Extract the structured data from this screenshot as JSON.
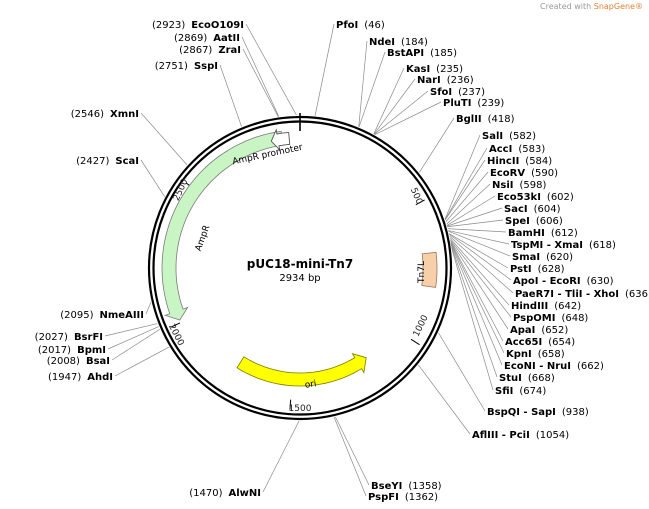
{
  "watermark": {
    "prefix": "Created with ",
    "brand": "SnapGene®"
  },
  "plasmid": {
    "name": "pUC18-mini-Tn7",
    "size_label": "2934 bp",
    "length": 2934
  },
  "ticks": [
    {
      "pos": 500,
      "label": "500"
    },
    {
      "pos": 1000,
      "label": "1000"
    },
    {
      "pos": 1500,
      "label": "1500"
    },
    {
      "pos": 2000,
      "label": "2000"
    },
    {
      "pos": 2500,
      "label": "2500"
    }
  ],
  "features": [
    {
      "id": "amp-r",
      "label": "AmpR",
      "type": "cds",
      "color": "#c9f5c4"
    },
    {
      "id": "amp-r-promoter",
      "label": "AmpR promoter",
      "type": "promoter",
      "color": "#ffffff"
    },
    {
      "id": "ori",
      "label": "ori",
      "type": "rep_origin",
      "color": "#ffff00"
    },
    {
      "id": "tn7l",
      "label": "Tn7L",
      "type": "repeat",
      "color": "#f7cfa8"
    }
  ],
  "sites_right": [
    {
      "name": "PfoI",
      "pos": "(46)"
    },
    {
      "name": "NdeI",
      "pos": "(184)"
    },
    {
      "name": "BstAPI",
      "pos": "(185)"
    },
    {
      "name": "KasI",
      "pos": "(235)"
    },
    {
      "name": "NarI",
      "pos": "(236)"
    },
    {
      "name": "SfoI",
      "pos": "(237)"
    },
    {
      "name": "PluTI",
      "pos": "(239)"
    },
    {
      "name": "BglII",
      "pos": "(418)"
    },
    {
      "name": "SalI",
      "pos": "(582)"
    },
    {
      "name": "AccI",
      "pos": "(583)"
    },
    {
      "name": "HincII",
      "pos": "(584)"
    },
    {
      "name": "EcoRV",
      "pos": "(590)"
    },
    {
      "name": "NsiI",
      "pos": "(598)"
    },
    {
      "name": "Eco53kI",
      "pos": "(602)"
    },
    {
      "name": "SacI",
      "pos": "(604)"
    },
    {
      "name": "SpeI",
      "pos": "(606)"
    },
    {
      "name": "BamHI",
      "pos": "(612)"
    },
    {
      "name": "TspMI - XmaI",
      "pos": "(618)"
    },
    {
      "name": "SmaI",
      "pos": "(620)"
    },
    {
      "name": "PstI",
      "pos": "(628)"
    },
    {
      "name": "ApoI - EcoRI",
      "pos": "(630)"
    },
    {
      "name": "PaeR7I - TliI - XhoI",
      "pos": "(636)"
    },
    {
      "name": "HindIII",
      "pos": "(642)"
    },
    {
      "name": "PspOMI",
      "pos": "(648)"
    },
    {
      "name": "ApaI",
      "pos": "(652)"
    },
    {
      "name": "Acc65I",
      "pos": "(654)"
    },
    {
      "name": "KpnI",
      "pos": "(658)"
    },
    {
      "name": "EcoNI - NruI",
      "pos": "(662)"
    },
    {
      "name": "StuI",
      "pos": "(668)"
    },
    {
      "name": "SfiI",
      "pos": "(674)"
    },
    {
      "name": "BspQI - SapI",
      "pos": "(938)"
    },
    {
      "name": "AflIII - PciI",
      "pos": "(1054)"
    },
    {
      "name": "BseYI",
      "pos": "(1358)"
    },
    {
      "name": "PspFI",
      "pos": "(1362)"
    }
  ],
  "sites_left": [
    {
      "name": "EcoO109I",
      "pos": "(2923)"
    },
    {
      "name": "AatII",
      "pos": "(2869)"
    },
    {
      "name": "ZraI",
      "pos": "(2867)"
    },
    {
      "name": "SspI",
      "pos": "(2751)"
    },
    {
      "name": "XmnI",
      "pos": "(2546)"
    },
    {
      "name": "ScaI",
      "pos": "(2427)"
    },
    {
      "name": "NmeAIII",
      "pos": "(2095)"
    },
    {
      "name": "BsrFI",
      "pos": "(2027)"
    },
    {
      "name": "BpmI",
      "pos": "(2017)"
    },
    {
      "name": "BsaI",
      "pos": "(2008)"
    },
    {
      "name": "AhdI",
      "pos": "(1947)"
    },
    {
      "name": "AlwNI",
      "pos": "(1470)"
    }
  ]
}
